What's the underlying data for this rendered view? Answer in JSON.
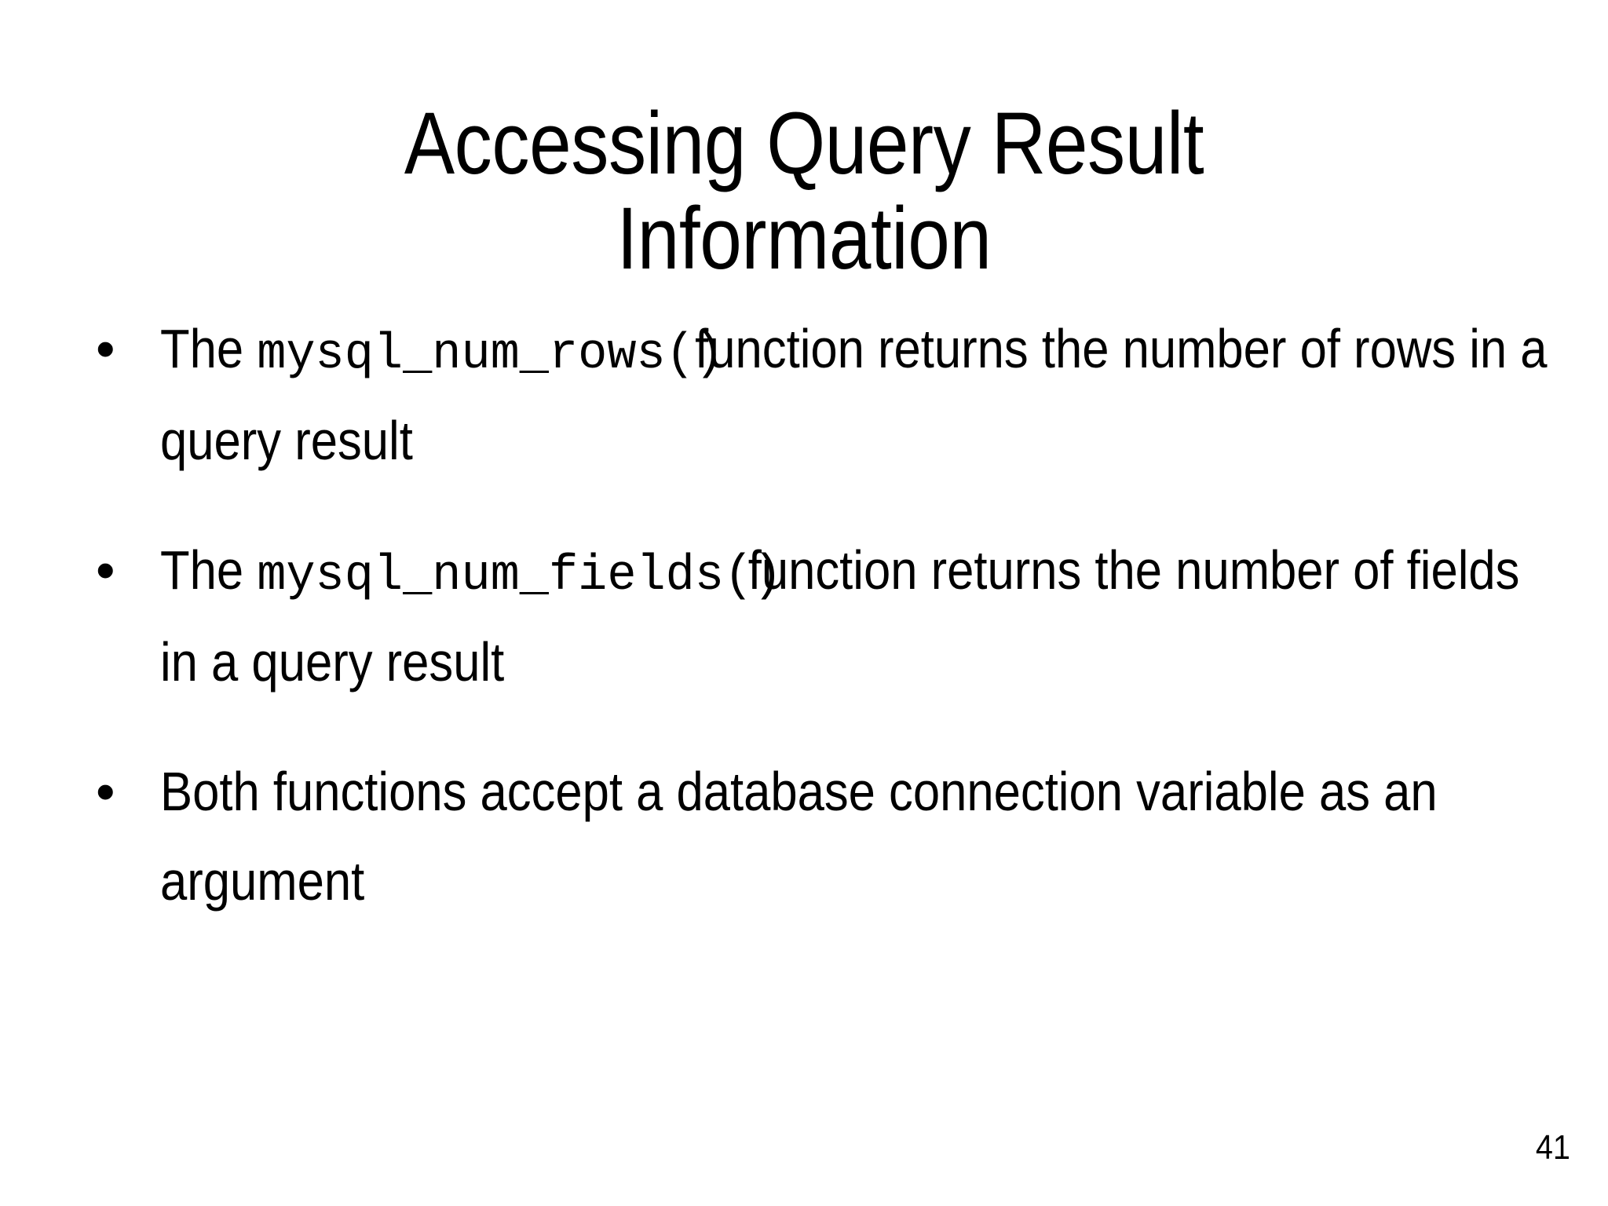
{
  "slide": {
    "title": "Accessing Query Result\nInformation",
    "title_lines": [
      "Accessing Query Result",
      "Information"
    ],
    "page_number": "41",
    "background_color": "#ffffff",
    "text_color": "#000000",
    "bullet_marker": "•",
    "bullets": [
      {
        "marker": "•",
        "prefix": "The ",
        "code": "mysql_num_rows()",
        "suffix": " function returns the number of rows in a query result",
        "full_text": "The mysql_num_rows() function returns the number of rows in a query result"
      },
      {
        "marker": "•",
        "prefix": "The ",
        "code": "mysql_num_fields()",
        "suffix": " function returns the number of fields in a query result",
        "full_text": "The mysql_num_fields() function returns the number of fields in a query result"
      },
      {
        "marker": "•",
        "prefix": "Both functions accept a database connection variable as an argument",
        "code": "",
        "suffix": "",
        "full_text": "Both functions accept a database connection variable as an argument"
      }
    ]
  }
}
